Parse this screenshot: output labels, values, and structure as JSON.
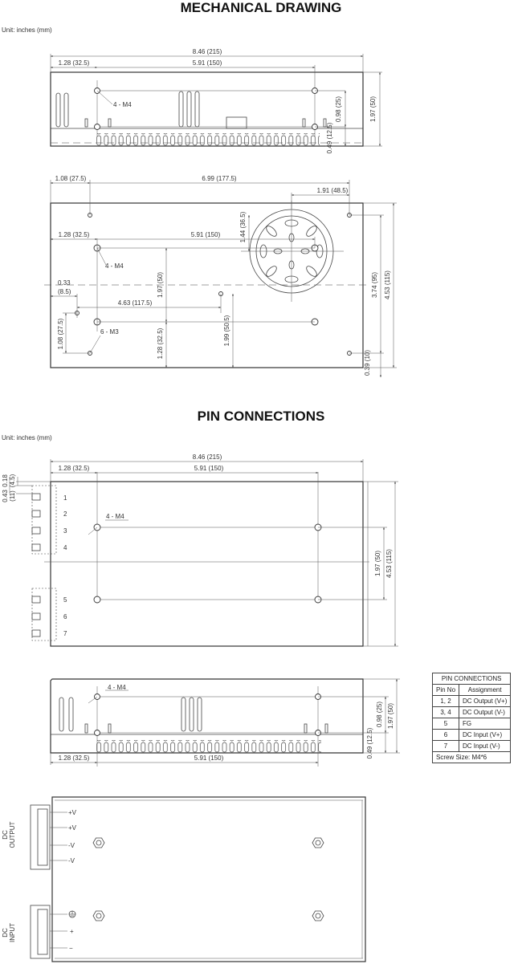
{
  "mechanical": {
    "title": "MECHANICAL DRAWING",
    "unit": "Unit: inches (mm)",
    "side": {
      "total_length": "8.46 (215)",
      "offset": "1.28 (32.5)",
      "hole_span": "5.91 (150)",
      "hole_label": "4 - M4",
      "hole_height": "0.98 (25)",
      "hole_bottom": "0.49 (12.5)",
      "height": "1.97 (50)"
    },
    "bottom": {
      "offset_left": "1.08 (27.5)",
      "span_long": "6.99 (177.5)",
      "span_right": "1.91 (48.5)",
      "offset_inner": "1.28 (32.5)",
      "hole_span": "5.91 (150)",
      "fan_vertical": "1.44 (36.5)",
      "m4_label": "4 - M4",
      "m3_label": "6 - M3",
      "height_inner": "1.97 (50)",
      "left_small_a": "0.33",
      "left_small_b": "(8.5)",
      "span_mid": "4.63 (117.5)",
      "left_vertical": "1.08 (27.5)",
      "mid_vertical_a": "1.28 (32.5)",
      "mid_vertical_b": "1.99 (50.5)",
      "height_holes": "3.74 (95)",
      "width": "4.53 (115)",
      "bottom_gap": "0.39 (10)"
    }
  },
  "pins": {
    "title": "PIN CONNECTIONS",
    "unit": "Unit: inches (mm)",
    "top": {
      "total_length": "8.46 (215)",
      "offset": "1.28 (32.5)",
      "hole_span": "5.91 (150)",
      "left_a": "0.43",
      "left_a2": "(11)",
      "left_b": "0.18",
      "left_b2": "(4.5)",
      "hole_label": "4 - M4",
      "pins": [
        "1",
        "2",
        "3",
        "4",
        "5",
        "6",
        "7"
      ],
      "height_holes": "1.97 (50)",
      "width": "4.53 (115)"
    },
    "side": {
      "hole_label": "4 - M4",
      "offset": "1.28 (32.5)",
      "hole_span": "5.91 (150)",
      "hole_height": "0.98 (25)",
      "height": "1.97 (50)",
      "hole_bottom": "0.49 (12.5)"
    },
    "table": {
      "title": "PIN CONNECTIONS",
      "col_pin": "Pin No",
      "col_assign": "Assignment",
      "rows": [
        {
          "pin": "1, 2",
          "assign": "DC Output (V+)"
        },
        {
          "pin": "3, 4",
          "assign": "DC Output (V-)"
        },
        {
          "pin": "5",
          "assign": "FG"
        },
        {
          "pin": "6",
          "assign": "DC Input (V+)"
        },
        {
          "pin": "7",
          "assign": "DC Input (V-)"
        }
      ],
      "footer": "Screw Size: M4*6"
    },
    "terminal": {
      "output_l1": "DC",
      "output_l2": "OUTPUT",
      "input_l1": "DC",
      "input_l2": "INPUT",
      "labels": [
        "+V",
        "+V",
        "-V",
        "-V"
      ],
      "ground_icon": "ground-icon",
      "plus": "+",
      "minus": "−"
    }
  }
}
